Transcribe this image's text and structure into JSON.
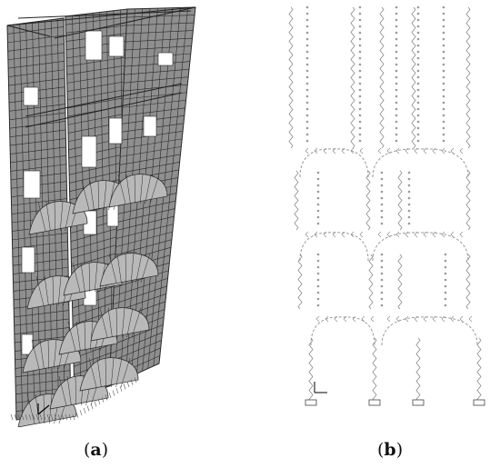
{
  "panels": [
    {
      "id": "a",
      "caption_open": "(",
      "caption_letter": "a",
      "caption_close": ")"
    },
    {
      "id": "b",
      "caption_open": "(",
      "caption_letter": "b",
      "caption_close": ")"
    }
  ],
  "colors": {
    "mesh_fill": "#8f8f8f",
    "mesh_line": "#2a2a2a",
    "vault_fill": "#b9b9b9",
    "frame_line": "#9a9a9a",
    "spring": "#8a8a8a",
    "background": "#ffffff"
  }
}
